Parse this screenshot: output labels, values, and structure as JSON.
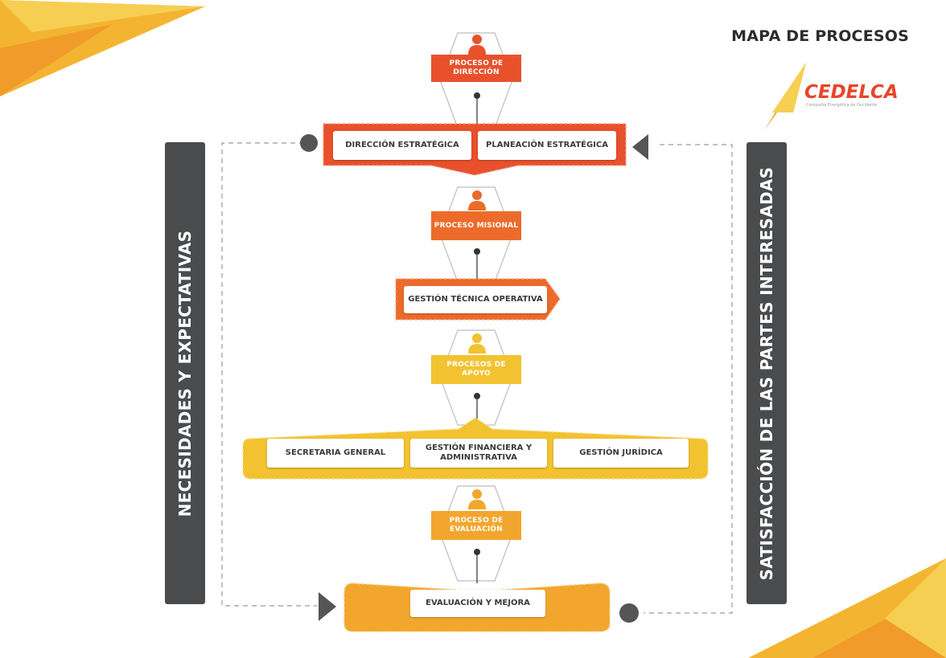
{
  "header": {
    "title": "MAPA DE PROCESOS",
    "brand": "CEDELCA",
    "brand_sub": "Compañía Energética de Occidente"
  },
  "sidebars": {
    "left": "NECESIDADES Y EXPECTATIVAS",
    "right": "SATISFACCIÓN DE LAS PARTES INTERESADAS"
  },
  "processes": {
    "direccion": {
      "label": "PROCESO DE DIRECCIÓN",
      "items": [
        "DIRECCIÓN ESTRATÉGICA",
        "PLANEACIÓN ESTRATÉGICA"
      ]
    },
    "misional": {
      "label": "PROCESO MISIONAL",
      "items": [
        "GESTIÓN TÉCNICA OPERATIVA"
      ]
    },
    "apoyo": {
      "label": "PROCESOS DE APOYO",
      "items": [
        "SECRETARIA GENERAL",
        "GESTIÓN FINANCIERA Y ADMINISTRATIVA",
        "GESTIÓN JURÍDICA"
      ]
    },
    "evaluacion": {
      "label": "PROCESO DE EVALUACIÓN",
      "items": [
        "EVALUACIÓN Y MEJORA"
      ]
    }
  },
  "colors": {
    "direccion": "#e8512b",
    "misional": "#ec6b2a",
    "apoyo": "#f2c230",
    "evaluacion": "#f3a62d",
    "sidebar": "#4a4b4d",
    "brand": "#e8452b"
  }
}
